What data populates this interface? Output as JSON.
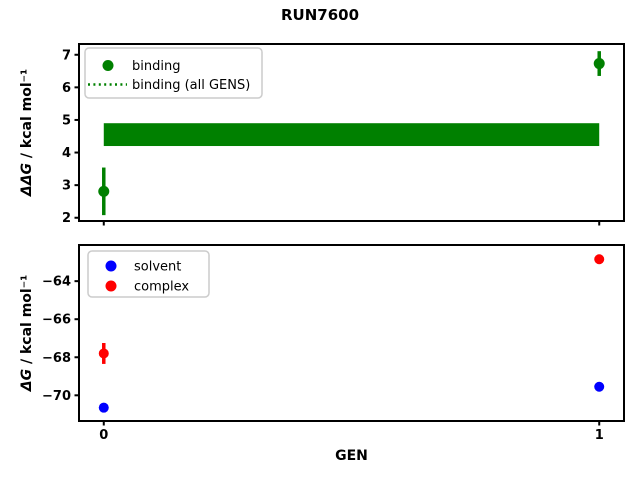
{
  "figure": {
    "title": "RUN7600",
    "background": "#ffffff"
  },
  "chart_data": [
    {
      "type": "scatter",
      "subplot": "top",
      "title": "RUN7600",
      "ylabel_math": "ΔΔG",
      "ylabel_rest": " / kcal mol⁻¹",
      "xlabel": "",
      "xlim": [
        -0.05,
        1.05
      ],
      "ylim": [
        1.9,
        7.33
      ],
      "grid": false,
      "yticks": [
        {
          "v": 2,
          "label": "2"
        },
        {
          "v": 3,
          "label": "3"
        },
        {
          "v": 4,
          "label": "4"
        },
        {
          "v": 5,
          "label": "5"
        },
        {
          "v": 6,
          "label": "6"
        },
        {
          "v": 7,
          "label": "7"
        }
      ],
      "xticks": [
        {
          "v": 0,
          "label": ""
        },
        {
          "v": 1,
          "label": ""
        }
      ],
      "series": [
        {
          "name": "binding",
          "color": "#008000",
          "marker": "circle",
          "x": [
            0,
            1
          ],
          "y": [
            2.81,
            6.73
          ],
          "yerr": [
            0.73,
            0.38
          ]
        }
      ],
      "band": {
        "name": "binding (all GENS)",
        "color": "#008000",
        "x_range": [
          0,
          1
        ],
        "y_low": 4.2,
        "y_high": 4.9
      },
      "legend": {
        "position": "upper left",
        "entries": [
          {
            "label": "binding",
            "swatch": "dot",
            "color": "#008000"
          },
          {
            "label": "binding (all GENS)",
            "swatch": "dotted-line",
            "color": "#008000"
          }
        ]
      }
    },
    {
      "type": "scatter",
      "subplot": "bottom",
      "ylabel_math": "ΔG",
      "ylabel_rest": " / kcal mol⁻¹",
      "xlabel": "GEN",
      "xlim": [
        -0.05,
        1.05
      ],
      "ylim": [
        -71.35,
        -62.1
      ],
      "grid": false,
      "yticks": [
        {
          "v": -70,
          "label": "−70"
        },
        {
          "v": -68,
          "label": "−68"
        },
        {
          "v": -66,
          "label": "−66"
        },
        {
          "v": -64,
          "label": "−64"
        }
      ],
      "xticks": [
        {
          "v": 0,
          "label": "0"
        },
        {
          "v": 1,
          "label": "1"
        }
      ],
      "series": [
        {
          "name": "solvent",
          "color": "#0000ff",
          "marker": "circle",
          "x": [
            0,
            1
          ],
          "y": [
            -70.65,
            -69.55
          ],
          "yerr": [
            0.12,
            0.12
          ]
        },
        {
          "name": "complex",
          "color": "#ff0000",
          "marker": "circle",
          "x": [
            0,
            1
          ],
          "y": [
            -67.8,
            -62.85
          ],
          "yerr": [
            0.55,
            0.15
          ]
        }
      ],
      "legend": {
        "position": "upper left",
        "entries": [
          {
            "label": "solvent",
            "swatch": "dot",
            "color": "#0000ff"
          },
          {
            "label": "complex",
            "swatch": "dot",
            "color": "#ff0000"
          }
        ]
      }
    }
  ],
  "style": {
    "axis_color": "#000000",
    "legend_border_color": "#cccccc",
    "legend_bg_color": "#ffffff"
  }
}
